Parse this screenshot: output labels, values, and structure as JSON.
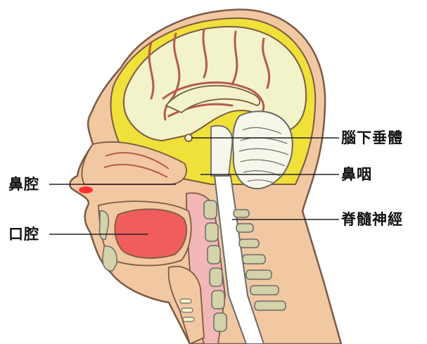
{
  "labels": {
    "pituitary": "腦下垂體",
    "nasal_cavity": "鼻腔",
    "pharynx": "鼻咽",
    "oral_cavity": "口腔",
    "spinal_nerve": "脊髓神經"
  },
  "colors": {
    "skin": "#f2c8a2",
    "skin_outline": "#7a5a45",
    "skull_band": "#f0e03a",
    "brain": "#f3f3c9",
    "brain_vessels": "#b55a4c",
    "cerebellum": "#f6f6ea",
    "vertebra": "#d3d2a8",
    "tongue": "#ef5d5d",
    "throat": "#f3b7b7",
    "spinal_cord": "#ffffff",
    "nasal_spot": "#ff3333"
  }
}
